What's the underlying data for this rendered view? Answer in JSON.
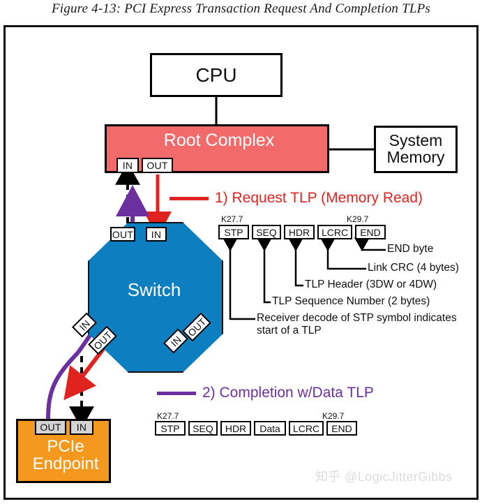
{
  "figure": {
    "title": "Figure 4-13: PCI Express Transaction Request And Completion TLPs"
  },
  "nodes": {
    "cpu": {
      "label": "CPU"
    },
    "root_complex": {
      "label": "Root Complex",
      "color": "#F26A6A",
      "ports": {
        "in": "IN",
        "out": "OUT"
      }
    },
    "system_memory": {
      "line1": "System",
      "line2": "Memory"
    },
    "switch": {
      "label": "Switch",
      "color": "#0D7EBF",
      "ports": {
        "top_out": "OUT",
        "top_in": "IN",
        "lower_left_in": "IN",
        "lower_left_out": "OUT",
        "lower_right_in": "IN",
        "lower_right_out": "OUT"
      }
    },
    "endpoint": {
      "line1": "PCIe",
      "line2": "Endpoint",
      "color": "#F5991E",
      "ports": {
        "out": "OUT",
        "in": "IN"
      }
    }
  },
  "legend": [
    {
      "id": "request",
      "label": "1) Request TLP (Memory Read)",
      "color": "#E0231F"
    },
    {
      "id": "completion",
      "label": "2) Completion w/Data TLP",
      "color": "#6B2FA0"
    }
  ],
  "tlp_request": {
    "k_start": "K27.7",
    "k_end": "K29.7",
    "fields": [
      "STP",
      "SEQ",
      "HDR",
      "LCRC",
      "END"
    ]
  },
  "tlp_completion": {
    "k_start": "K27.7",
    "k_end": "K29.7",
    "fields": [
      "STP",
      "SEQ",
      "HDR",
      "Data",
      "LCRC",
      "END"
    ]
  },
  "annotations": {
    "end": "END byte",
    "lcrc": "Link CRC (4 bytes)",
    "header": "TLP Header (3DW or 4DW)",
    "sequence": "TLP Sequence Number (2 bytes)",
    "stp": "Receiver decode of STP symbol indicates start of a TLP"
  },
  "watermark": "知乎 @LogicJitterGibbs"
}
